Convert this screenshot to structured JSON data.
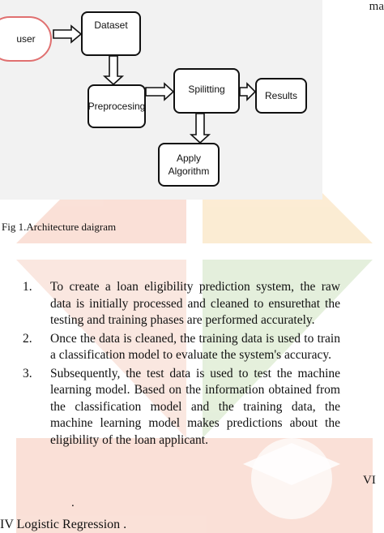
{
  "header": {
    "top_right_fragment": "ma"
  },
  "diagram": {
    "nodes": {
      "user": "user",
      "dataset": "Dataset",
      "preprocessing": "Preprocesing",
      "splitting": "Spilitting",
      "results": "Results",
      "apply_line1": "Apply",
      "apply_line2": "Algorithm"
    }
  },
  "caption": "Fig 1.Architecture daigram",
  "steps": [
    {
      "num": "1.",
      "text": "To create a loan eligibility prediction system, the raw data is initially processed and cleaned to ensurethat the testing and training phases are performed accurately."
    },
    {
      "num": "2.",
      "text": "Once the data is cleaned, the training data is used to train a classification model to evaluate the system's accuracy."
    },
    {
      "num": "3.",
      "text": "Subsequently, the test data is used to test the machine learning model. Based on the information obtained from the classification model and the training data, the machine learning model makes predictions about the eligibility of the loan applicant."
    }
  ],
  "side_marker": "VI",
  "stray_dot": ".",
  "section_heading": "IV Logistic Regression .",
  "watermark_colors": [
    "#f6c8b8",
    "#f9ddb0",
    "#cfe3c0",
    "#f6d4c8"
  ]
}
